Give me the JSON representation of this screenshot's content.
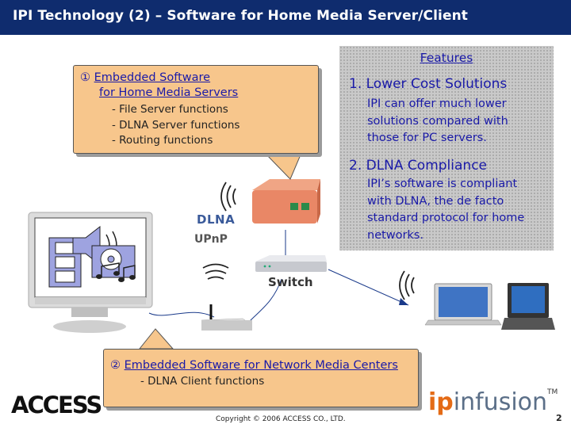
{
  "title": "IPI Technology  (2) – Software for Home Media Server/Client",
  "callout1": {
    "number": "①",
    "heading_line1": "Embedded Software",
    "heading_line2": "for Home Media Servers",
    "items": [
      "- File Server functions",
      "- DLNA Server functions",
      "- Routing functions"
    ]
  },
  "features": {
    "title": "Features",
    "items": [
      {
        "heading": "1. Lower Cost Solutions",
        "body": [
          "IPI can offer much lower",
          "solutions compared with",
          "those for PC servers."
        ]
      },
      {
        "heading": "2. DLNA Compliance",
        "body": [
          "IPI’s software is compliant",
          "with DLNA, the de facto",
          "standard protocol for home",
          "networks."
        ]
      }
    ]
  },
  "callout2": {
    "number": "②",
    "heading": "Embedded Software for Network Media Centers",
    "items": [
      "- DLNA Client functions"
    ]
  },
  "labels": {
    "switch": "Switch",
    "dlna": "DLNA",
    "upnp": "UPnP"
  },
  "footer": {
    "access_logo": "ACCESS",
    "copyright": "Copyright © 2006 ACCESS CO., LTD.",
    "ip_logo_ip": "ip",
    "ip_logo_rest": "infusion",
    "ip_logo_tm": "TM",
    "page_number": "2"
  },
  "colors": {
    "title_bar": "#0f2c6e",
    "callout_fill": "#f7c68c",
    "feature_text": "#1a1aa8",
    "feature_fill": "#c9c9c9"
  }
}
